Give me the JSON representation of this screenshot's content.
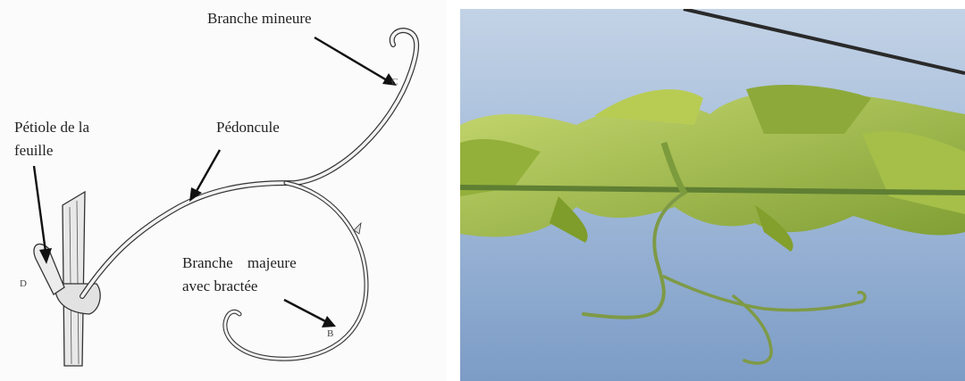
{
  "sketch": {
    "labels": {
      "branche_mineure": "Branche mineure",
      "petiole_line1": "Pétiole de la",
      "petiole_line2": "feuille",
      "pedoncule": "Pédoncule",
      "branche_majeure_line1": "Branche majeure",
      "branche_majeure_line2": "avec bractée"
    },
    "letters": {
      "d": "D",
      "b": "B",
      "c": "C"
    }
  },
  "colors": {
    "sky": "#9fb8d8",
    "leaf": "#a8c23a",
    "leaf_dark": "#6d8a22",
    "stem": "#6f8d3a",
    "ink": "#222222"
  }
}
